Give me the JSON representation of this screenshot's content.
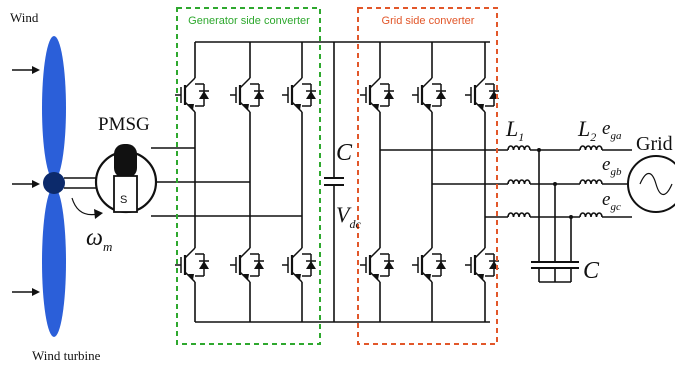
{
  "labels": {
    "wind": "Wind",
    "wind_turbine": "Wind turbine",
    "pmsg": "PMSG",
    "pole_s": "S",
    "omega": "ω",
    "omega_sub": "m",
    "gen_converter": "Generator side converter",
    "grid_converter": "Grid side converter",
    "dc_cap": "C",
    "vdc": "V",
    "vdc_sub": "dc",
    "l1": "L",
    "l1_sub": "1",
    "l2": "L",
    "l2_sub": "2",
    "ega": "e",
    "ega_sub": "ga",
    "egb": "e",
    "egb_sub": "gb",
    "egc": "e",
    "egc_sub": "gc",
    "grid": "Grid",
    "filter_cap": "C"
  },
  "colors": {
    "blade": "#2b5fd9",
    "hub": "#0c2a6b",
    "gen_box": "#2ea82e",
    "grid_box": "#e2572a"
  }
}
